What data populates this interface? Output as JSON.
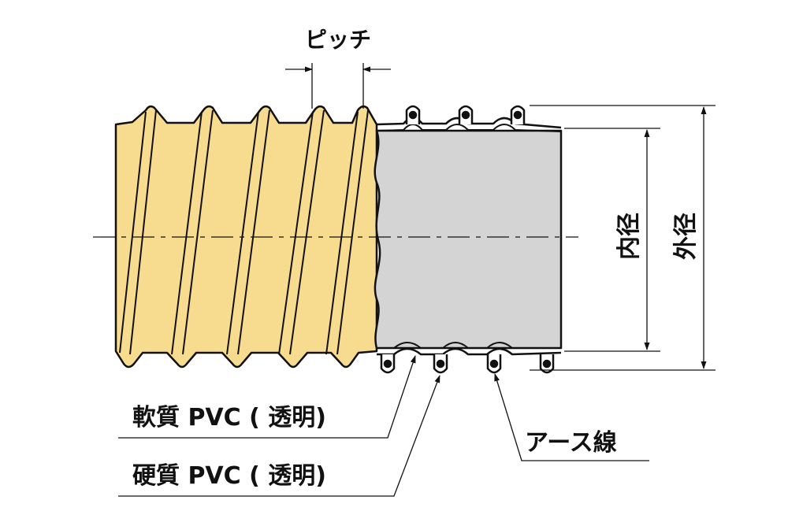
{
  "labels": {
    "pitch": "ピッチ",
    "inner_diameter": "内径",
    "outer_diameter": "外径",
    "soft_pvc": "軟質 PVC ( 透明)",
    "hard_pvc": "硬質 PVC ( 透明)",
    "earth_wire": "アース線"
  },
  "colors": {
    "hose_body": "#f7db8e",
    "cutaway_fill": "#d4d4d4",
    "outline": "#111111",
    "background": "#ffffff"
  }
}
